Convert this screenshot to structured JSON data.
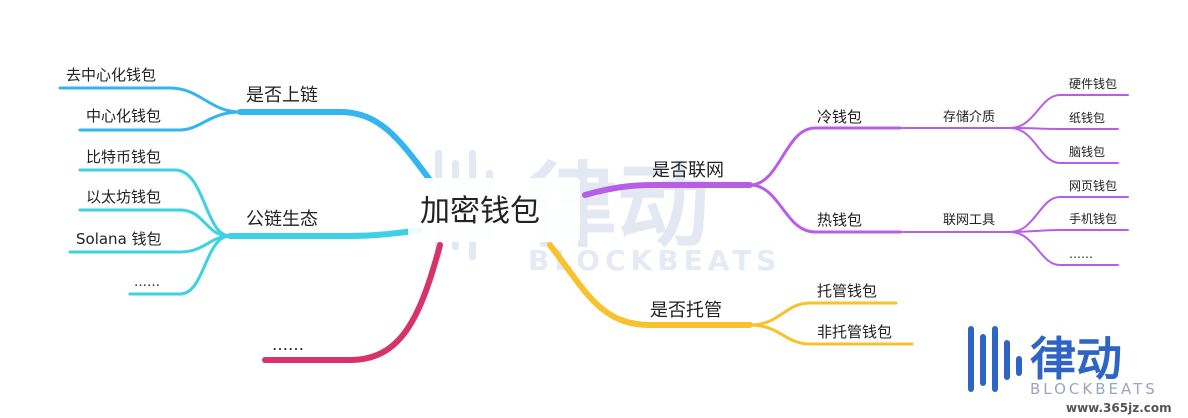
{
  "root": {
    "label": "加密钱包"
  },
  "colors": {
    "blue": "#35b5f0",
    "cyan": "#3cd2e4",
    "pink": "#d7336a",
    "purple": "#b85ee6",
    "yellow": "#f7c22d",
    "watermark": "#dfe4f1",
    "logo_blue": "#2e64c6",
    "logo_gray": "#9aa6c0"
  },
  "branches": [
    {
      "label": "是否上链",
      "color": "blue",
      "children": [
        {
          "label": "去中心化钱包"
        },
        {
          "label": "中心化钱包"
        }
      ]
    },
    {
      "label": "公链生态",
      "color": "cyan",
      "children": [
        {
          "label": "比特币钱包"
        },
        {
          "label": "以太坊钱包"
        },
        {
          "label": "Solana 钱包"
        },
        {
          "label": "……"
        }
      ]
    },
    {
      "label": "……",
      "color": "pink",
      "children": []
    },
    {
      "label": "是否联网",
      "color": "purple",
      "children": [
        {
          "label": "冷钱包",
          "sub": "存储介质",
          "children": [
            {
              "label": "硬件钱包"
            },
            {
              "label": "纸钱包"
            },
            {
              "label": "脑钱包"
            }
          ]
        },
        {
          "label": "热钱包",
          "sub": "联网工具",
          "children": [
            {
              "label": "网页钱包"
            },
            {
              "label": "手机钱包"
            },
            {
              "label": "……"
            }
          ]
        }
      ]
    },
    {
      "label": "是否托管",
      "color": "yellow",
      "children": [
        {
          "label": "托管钱包"
        },
        {
          "label": "非托管钱包"
        }
      ]
    }
  ],
  "watermark": {
    "cn": "律动",
    "en": "BLOCKBEATS"
  },
  "logo": {
    "cn": "律动",
    "en": "BLOCKBEATS",
    "site": "www.365jz.com"
  }
}
